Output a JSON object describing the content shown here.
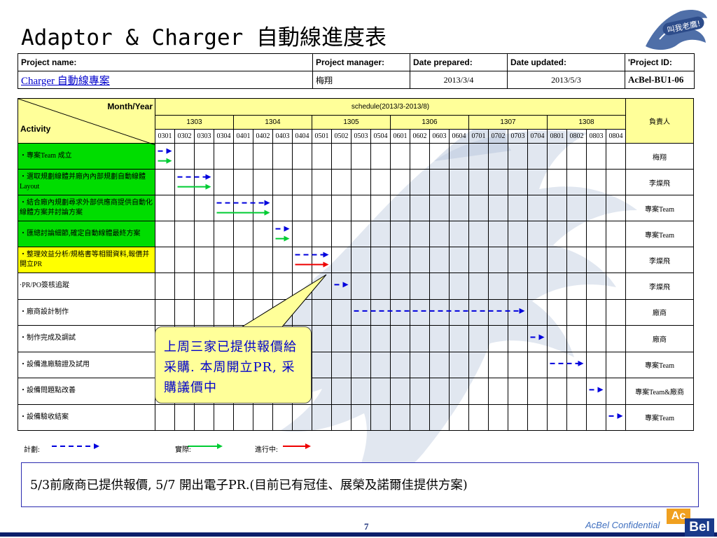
{
  "title": "Adaptor & Charger 自動線進度表",
  "badge_text": "叫我老鷹!",
  "info": {
    "project_name_label": "Project  name:",
    "project_name": "Charger 自動線專案",
    "manager_label": "Project  manager:",
    "manager": "梅翔",
    "prepared_label": "Date prepared:",
    "prepared": "2013/3/4",
    "updated_label": "Date updated:",
    "updated": "2013/5/3",
    "id_label": "'Project ID:",
    "id": "AcBel-BU1-06"
  },
  "gantt": {
    "month_year_label": "Month/Year",
    "activity_label": "Activity",
    "schedule_label": "schedule(2013/3-2013/8)",
    "owner_label": "負責人",
    "months": [
      "1303",
      "1304",
      "1305",
      "1306",
      "1307",
      "1308"
    ],
    "weeks": [
      "0301",
      "0302",
      "0303",
      "0304",
      "0401",
      "0402",
      "0403",
      "0404",
      "0501",
      "0502",
      "0503",
      "0504",
      "0601",
      "0602",
      "0603",
      "0604",
      "0701",
      "0702",
      "0703",
      "0704",
      "0801",
      "0802",
      "0803",
      "0804"
    ],
    "rows": [
      {
        "activity": "‧專案Team 成立",
        "owner": "梅翔",
        "bg": "#00dd00",
        "plan": [
          0,
          1
        ],
        "actual": [
          0,
          1
        ],
        "progress": null
      },
      {
        "activity": "‧選取規劃線體并廠內內部規劃自動線體Layout",
        "owner": "李燦飛",
        "bg": "#00dd00",
        "plan": [
          1,
          3
        ],
        "actual": [
          1,
          3
        ],
        "progress": null
      },
      {
        "activity": "‧結合廠內規劃尋求外部供應商提供自動化線體方案并討論方案",
        "owner": "專案Team",
        "bg": "#00dd00",
        "plan": [
          3,
          6
        ],
        "actual": [
          3,
          6
        ],
        "progress": null
      },
      {
        "activity": "‧匯總討論細節,確定自動線體最終方案",
        "owner": "專案Team",
        "bg": "#00dd00",
        "plan": [
          6,
          7
        ],
        "actual": [
          6,
          7
        ],
        "progress": null
      },
      {
        "activity": "‧整理效益分析/規格書等相關資料,報價并開立PR",
        "owner": "李燦飛",
        "bg": "#ffff00",
        "plan": [
          7,
          9
        ],
        "actual": null,
        "progress": [
          7,
          9
        ]
      },
      {
        "activity": "‧PR/PO簽核追蹤",
        "owner": "李燦飛",
        "bg": "#ffffff",
        "plan": [
          9,
          10
        ],
        "actual": null,
        "progress": null
      },
      {
        "activity": "‧廠商設計制作",
        "owner": "廠商",
        "bg": "#ffffff",
        "plan": [
          10,
          19
        ],
        "actual": null,
        "progress": null
      },
      {
        "activity": "‧制作完成及調試",
        "owner": "廠商",
        "bg": "#ffffff",
        "plan": [
          19,
          20
        ],
        "actual": null,
        "progress": null
      },
      {
        "activity": "‧設備進廠驗證及試用",
        "owner": "專案Team",
        "bg": "#ffffff",
        "plan": [
          20,
          22
        ],
        "actual": null,
        "progress": null
      },
      {
        "activity": "‧設備問題點改善",
        "owner": "專案Team&廠商",
        "bg": "#ffffff",
        "plan": [
          22,
          23
        ],
        "actual": null,
        "progress": null
      },
      {
        "activity": "‧設備驗收結案",
        "owner": "專案Team",
        "bg": "#ffffff",
        "plan": [
          23,
          24
        ],
        "actual": null,
        "progress": null
      }
    ]
  },
  "legend": {
    "plan": "計劃:",
    "actual": "實際:",
    "progress": "進行中:"
  },
  "callout": "上周三家已提供報價給采購. 本周開立PR, 采購議價中",
  "note": "5/3前廠商已提供報價, 5/7 開出電子PR.(目前已有冠佳、展榮及諾爾佳提供方案)",
  "page_number": "7",
  "confidential": "AcBel Confidential",
  "brand_top": "Ac",
  "brand_bottom": "Bel",
  "colors": {
    "plan": "#0000dd",
    "actual": "#00cc33",
    "progress": "#ee0000",
    "green_bg": "#00dd00",
    "yellow_bg": "#ffff00",
    "header_bg": "#ffff99"
  }
}
